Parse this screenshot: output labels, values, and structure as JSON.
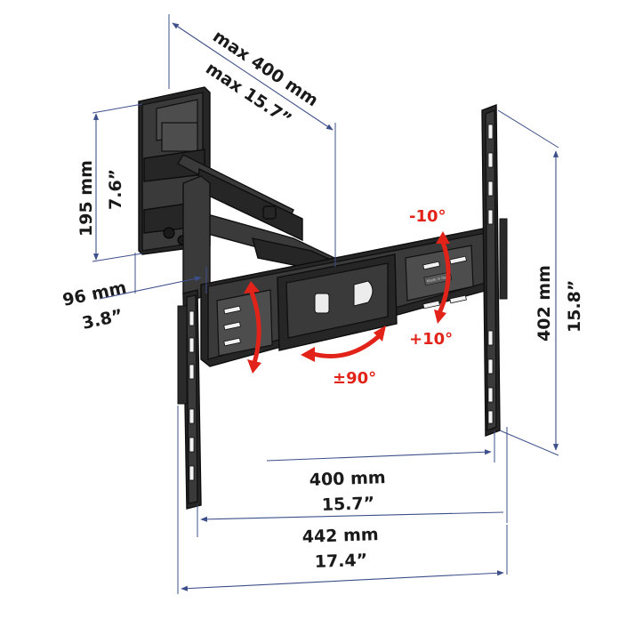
{
  "colors": {
    "dimension_line": "#3d4f8a",
    "rotation_arrow": "#e2231a",
    "mount_body": "#3a3a3a",
    "background": "#ffffff"
  },
  "dimensions": {
    "extension_mm": "max 400 mm",
    "extension_in": "max 15.7”",
    "wall_plate_height_mm": "195 mm",
    "wall_plate_height_in": "7.6”",
    "min_depth_mm": "96 mm",
    "min_depth_in": "3.8”",
    "vesa_height_mm": "402 mm",
    "vesa_height_in": "15.8”",
    "vesa_width_mm": "400 mm",
    "vesa_width_in": "15.7”",
    "overall_width_mm": "442 mm",
    "overall_width_in": "17.4”"
  },
  "rotation": {
    "tilt_up": "-10°",
    "tilt_down": "+10°",
    "swivel": "±90°"
  },
  "label_text": "Made in Italy"
}
